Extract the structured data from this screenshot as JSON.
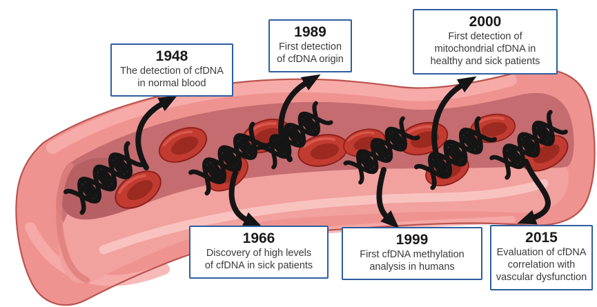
{
  "timeline": {
    "events": [
      {
        "year": "1948",
        "lines": [
          "The detection of cfDNA",
          "in normal blood"
        ],
        "position": "top"
      },
      {
        "year": "1989",
        "lines": [
          "First detection",
          "of cfDNA origin"
        ],
        "position": "top"
      },
      {
        "year": "2000",
        "lines": [
          "First detection of",
          "mitochondrial cfDNA in",
          "healthy and sick patients"
        ],
        "position": "top"
      },
      {
        "year": "1966",
        "lines": [
          "Discovery of high levels",
          "of cfDNA in sick patients"
        ],
        "position": "bottom"
      },
      {
        "year": "1999",
        "lines": [
          "First cfDNA methylation",
          "analysis in humans"
        ],
        "position": "bottom"
      },
      {
        "year": "2015",
        "lines": [
          "Evaluation of cfDNA",
          "correlation with",
          "vascular dysfunction"
        ],
        "position": "bottom"
      }
    ]
  },
  "icons": {
    "dna": "dna-helix-icon",
    "red_blood_cell": "red-blood-cell-icon",
    "arrow": "curved-arrow-icon",
    "vessel": "blood-vessel-illustration"
  },
  "colors": {
    "box-border": "#2d5d9e",
    "box-bg": "#ffffff",
    "year-text": "#1a1a1a",
    "body-text": "#3a3a3a",
    "vessel-wall": "#ef9390",
    "vessel-wall-highlight": "#f6aeab",
    "vessel-outline": "#b9524d",
    "vessel-interior-dark": "#c46c6f",
    "vessel-lumen": "#f1a19e",
    "vessel-lumen-highlight": "#f8c5c2",
    "rbc-body": "#c23b31",
    "rbc-core": "#9c2a20",
    "rbc-outline": "#8e211b",
    "ink": "#151515"
  }
}
